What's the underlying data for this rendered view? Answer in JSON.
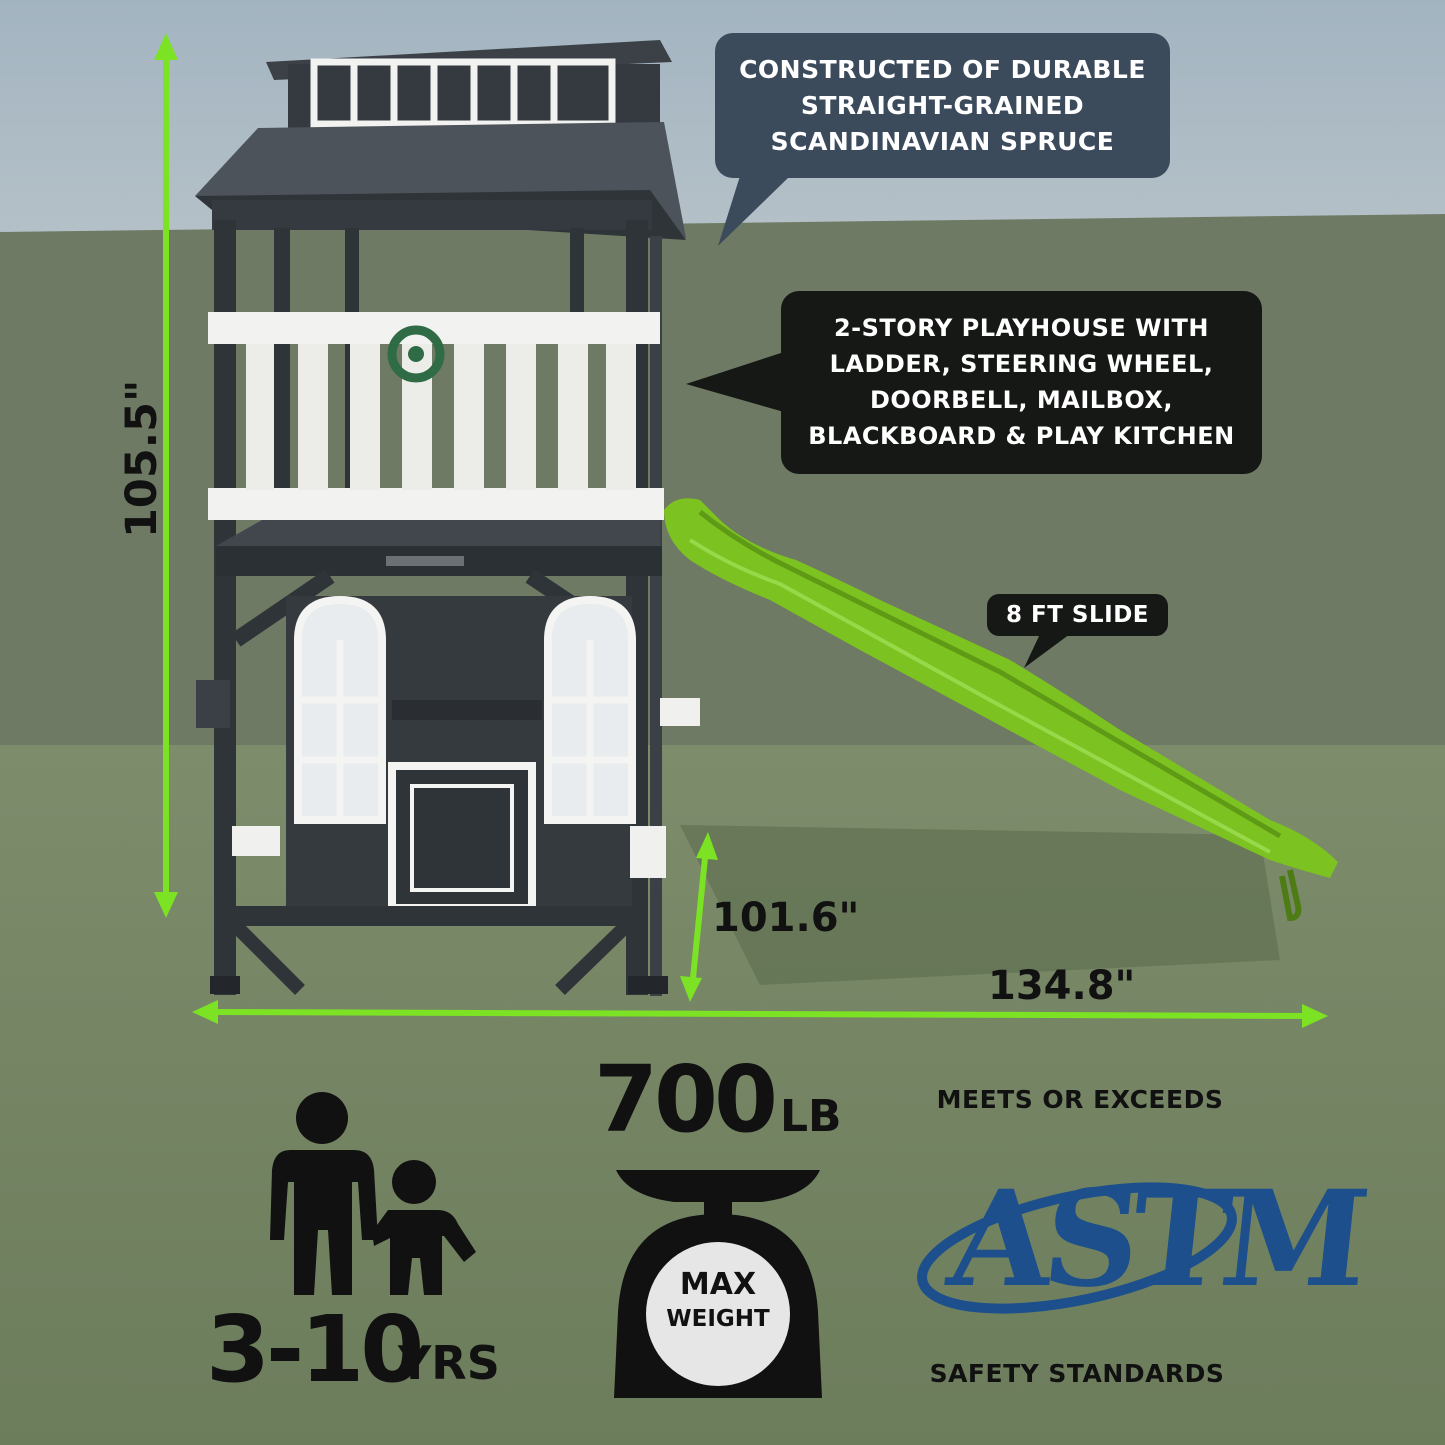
{
  "callouts": {
    "material": [
      "CONSTRUCTED OF DURABLE",
      "STRAIGHT-GRAINED",
      "SCANDINAVIAN SPRUCE"
    ],
    "features": [
      "2-STORY PLAYHOUSE WITH",
      "LADDER, STEERING WHEEL,",
      "DOORBELL, MAILBOX,",
      "BLACKBOARD & PLAY KITCHEN"
    ],
    "slide": "8 FT SLIDE"
  },
  "dimensions": {
    "height": "105.5\"",
    "deck_height": "101.6\"",
    "width": "134.8\""
  },
  "age": {
    "number": "3-10",
    "unit": "YRS"
  },
  "weight": {
    "number": "700",
    "unit": "LB",
    "label_line1": "MAX",
    "label_line2": "WEIGHT"
  },
  "certification": {
    "top": "MEETS OR EXCEEDS",
    "logo": "ASTM",
    "bottom": "SAFETY STANDARDS"
  },
  "colors": {
    "sky": "#a9b8c3",
    "hedge": "#6f7a64",
    "grass": "#738563",
    "dimension_arrow": "#7be224",
    "slide": "#7cc220",
    "playhouse_wood": "#353a3f",
    "trim": "#f2f2f0",
    "astm_blue": "#1c4f8c"
  },
  "icons": [
    "adult-child-icon",
    "scale-icon",
    "astm-logo-icon"
  ]
}
